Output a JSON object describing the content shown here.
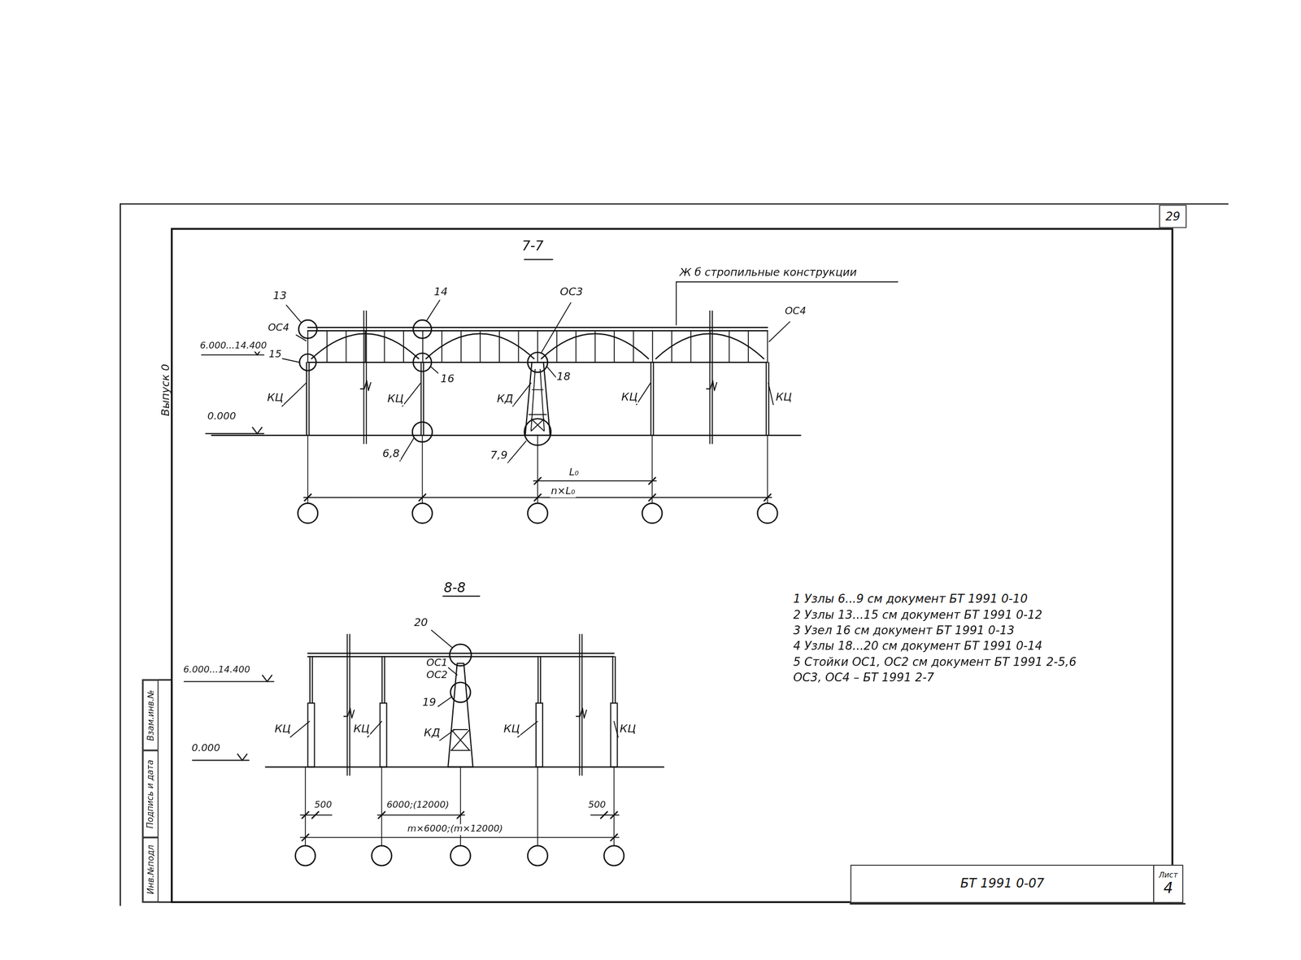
{
  "diagram": {
    "nodes": [
      {
        "text": [
          "29"
        ]
      },
      {
        "text": [
          "Взам.инв.№"
        ]
      },
      {
        "text": [
          "Подпись и дата"
        ]
      },
      {
        "text": [
          "Инв.№подл"
        ]
      },
      {
        "text": [
          "БТ 1991 0-07"
        ]
      },
      {
        "text": [
          "Лист",
          "4"
        ]
      }
    ],
    "labels": [
      "7-7",
      "Ж б стропильные конструкции",
      "13",
      "14",
      "ОС3",
      "ОС4",
      "ОС4",
      "6.000...14.400",
      "15",
      "КЦ",
      "16",
      "КЦ",
      "КД",
      "18",
      "КЦ",
      "КЦ",
      "0.000",
      "6,8",
      "7,9",
      "L₀",
      "n×L₀",
      "Выпуск 0",
      "8-8",
      "20",
      "ОС1",
      "ОС2",
      "19",
      "6.000...14.400",
      "КЦ",
      "КЦ",
      "КД",
      "КЦ",
      "КЦ",
      "0.000",
      "500",
      "6000;(12000)",
      "500",
      "m×6000;(m×12000)",
      "1 Узлы 6...9 см документ БТ 1991 0-10",
      "2 Узлы 13...15 см документ БТ 1991 0-12",
      "3 Узел 16 см документ БТ 1991 0-13",
      "4 Узлы 18...20 см документ БТ 1991 0-14",
      "5 Стойки ОС1, ОС2 см документ БТ 1991 2-5,6",
      "ОС3, ОС4 – БТ 1991 2-7"
    ]
  }
}
